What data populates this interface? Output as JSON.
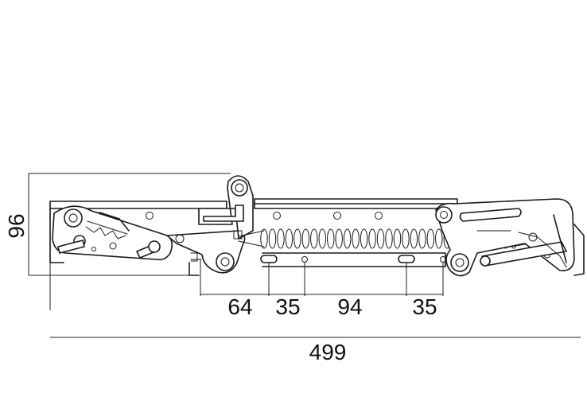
{
  "dimensions": {
    "height": "96",
    "seg1": "64",
    "seg2": "35",
    "seg3": "94",
    "seg4": "35",
    "total": "499"
  }
}
